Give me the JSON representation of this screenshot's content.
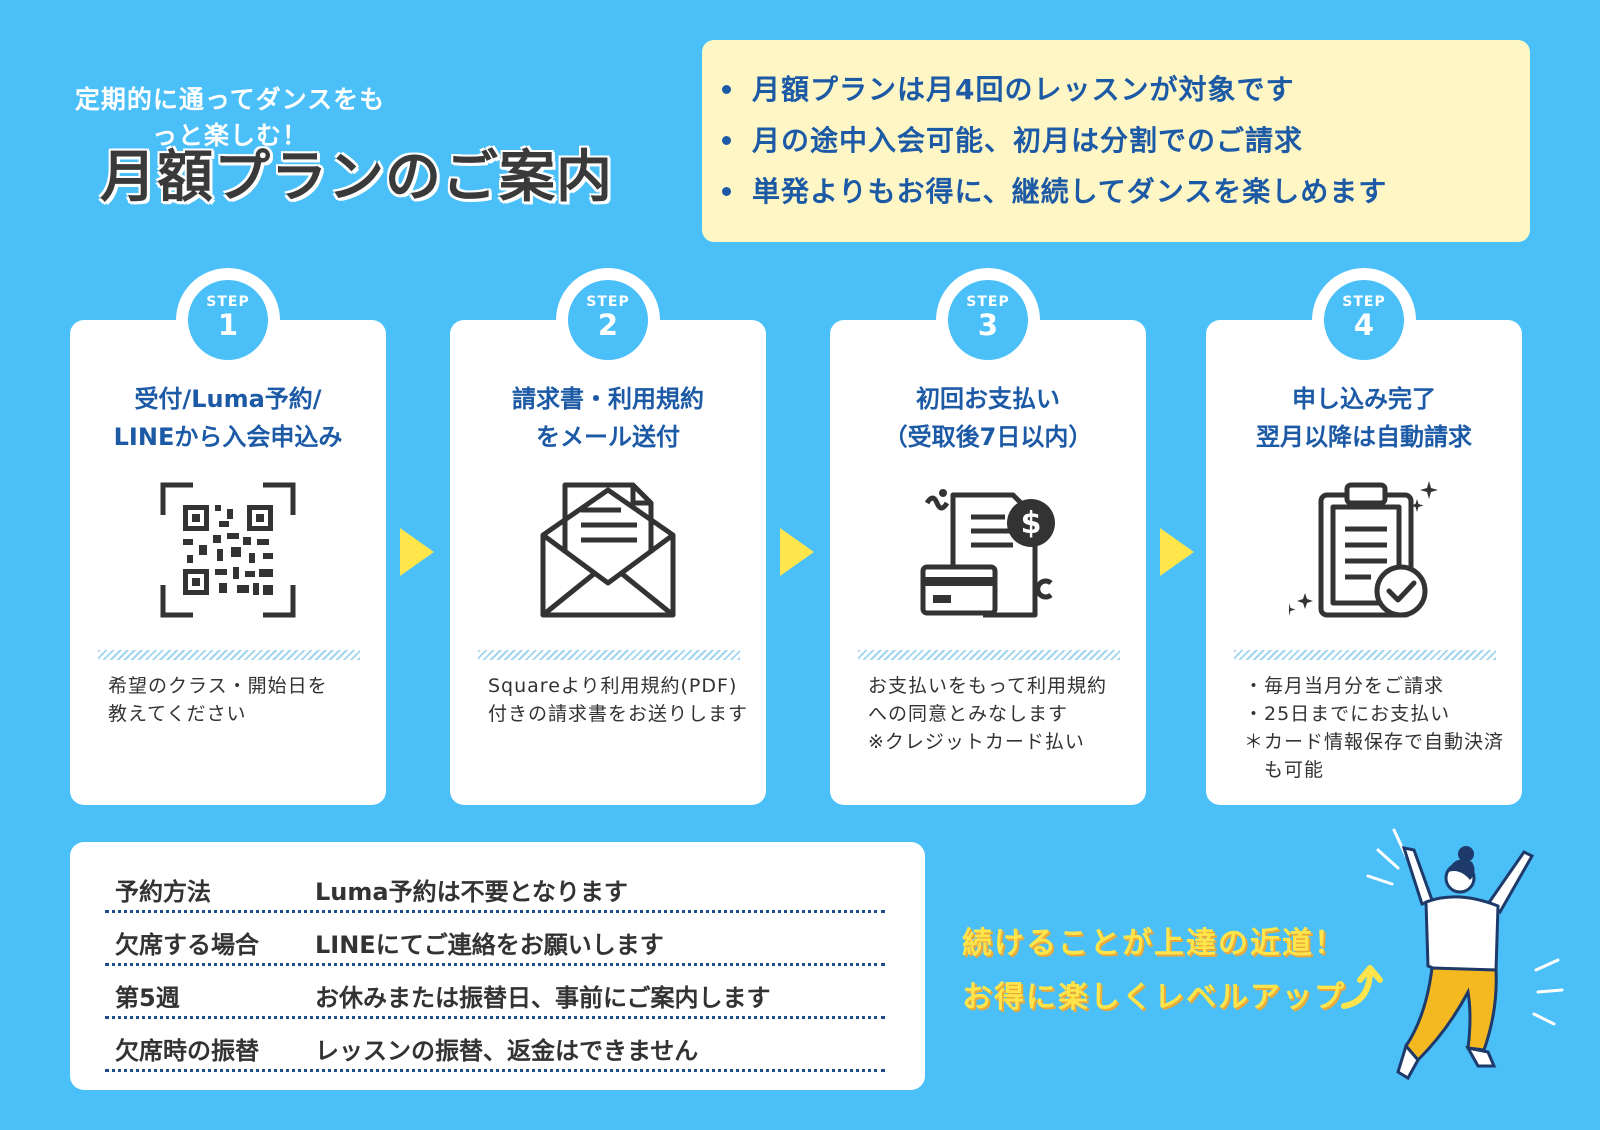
{
  "header": {
    "subtitle": "定期的に通ってダンスをもっと楽しむ！",
    "title": "月額プランのご案内"
  },
  "info": [
    "月額プランは月4回のレッスンが対象です",
    "月の途中入会可能、初月は分割でのご請求",
    "単発よりもお得に、継続してダンスを楽しめます"
  ],
  "steps": [
    {
      "step_word": "STEP",
      "num": "1",
      "title": "受付/Luma予約/\nLINEから入会申込み",
      "icon": "qr-code-icon",
      "desc": "希望のクラス・開始日を\n教えてください"
    },
    {
      "step_word": "STEP",
      "num": "2",
      "title": "請求書・利用規約\nをメール送付",
      "icon": "envelope-letter-icon",
      "desc": "Squareより利用規約(PDF)\n付きの請求書をお送りします"
    },
    {
      "step_word": "STEP",
      "num": "3",
      "title": "初回お支払い\n（受取後7日以内）",
      "icon": "payment-invoice-icon",
      "desc": "お支払いをもって利用規約\nへの同意とみなします\n※クレジットカード払い"
    },
    {
      "step_word": "STEP",
      "num": "4",
      "title": "申し込み完了\n翌月以降は自動請求",
      "icon": "clipboard-check-icon",
      "desc": "・毎月当月分をご請求\n・25日までにお支払い\n＊カード情報保存で自動決済\n　も可能"
    }
  ],
  "rules": [
    {
      "label": "予約方法",
      "value": "Luma予約は不要となります"
    },
    {
      "label": "欠席する場合",
      "value": "LINEにてご連絡をお願いします"
    },
    {
      "label": "第5週",
      "value": "お休みまたは振替日、事前にご案内します"
    },
    {
      "label": "欠席時の振替",
      "value": "レッスンの振替、返金はできません"
    }
  ],
  "slogan": {
    "line1": "続けることが上達の近道！",
    "line2": "お得に楽しくレベルアップ"
  },
  "colors": {
    "background": "#4bbff7",
    "accent_blue": "#1d5aa6",
    "info_bg": "#fef7c5",
    "arrow_yellow": "#fde54b"
  }
}
